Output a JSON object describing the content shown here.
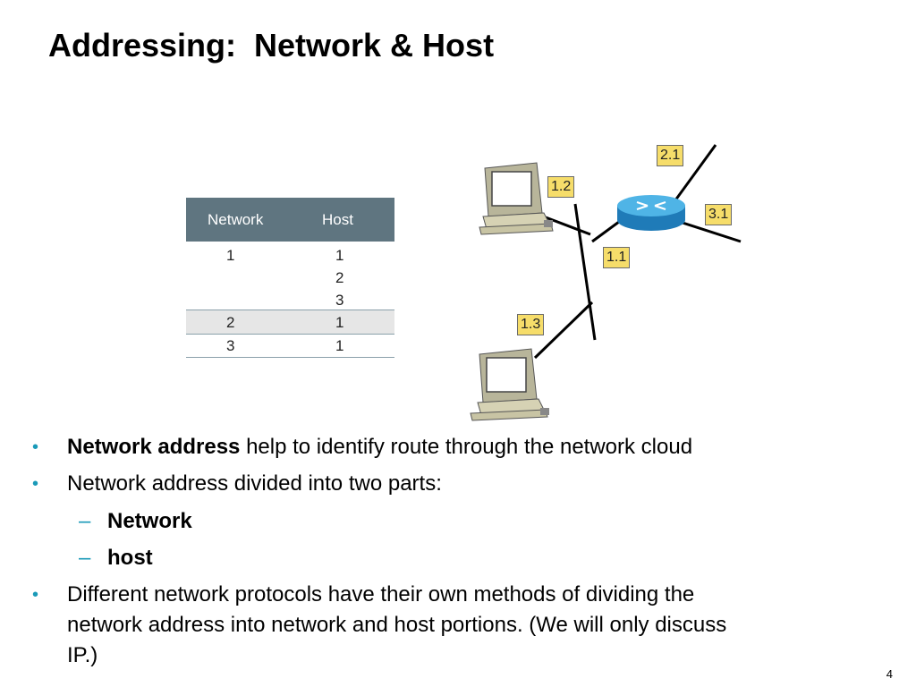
{
  "slide": {
    "title": "Addressing:  Network & Host",
    "page_number": "4"
  },
  "table": {
    "headers": [
      "Network",
      "Host"
    ],
    "rows": [
      {
        "network": "1",
        "host": "1"
      },
      {
        "network": "",
        "host": "2"
      },
      {
        "network": "",
        "host": "3"
      },
      {
        "network": "2",
        "host": "1"
      },
      {
        "network": "3",
        "host": "1"
      }
    ],
    "header_color": "#5f7580"
  },
  "diagram": {
    "labels": [
      "1.2",
      "2.1",
      "3.1",
      "1.1",
      "1.3"
    ],
    "label_color": "#f6dd6a",
    "router_color": "#2e9bd6",
    "icons": [
      "computer-icon",
      "router-icon",
      "computer-icon"
    ]
  },
  "bullets": [
    {
      "bold": "Network address",
      "text": " help to identify route through the network cloud"
    },
    {
      "bold": "",
      "text": "Network address divided into two parts:"
    },
    {
      "bold": "",
      "text": "Different network protocols have their own methods of dividing the"
    },
    {
      "bold": "",
      "text": "network address into network and host portions.  (We will only discuss"
    },
    {
      "bold": "",
      "text": "IP.)"
    }
  ],
  "sub_bullets": [
    "Network",
    "host"
  ],
  "bullet_char": "•",
  "dash_char": "–",
  "bullet_color": "#1a9ab8"
}
